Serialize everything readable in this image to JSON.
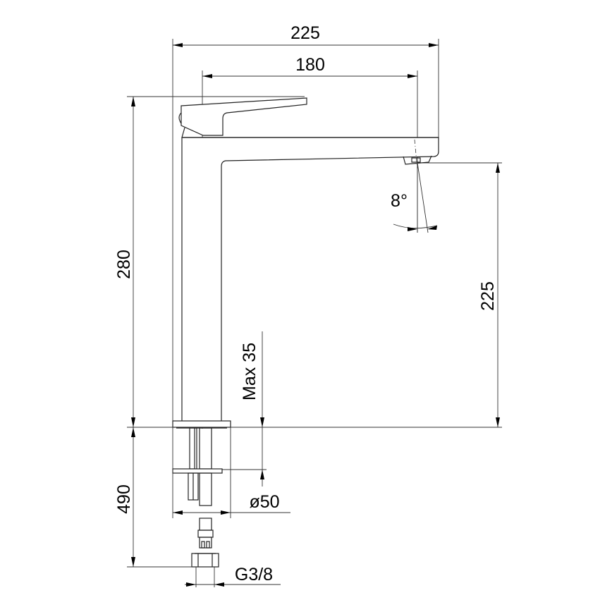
{
  "drawing": {
    "subject": "single-lever tall basin mixer tap technical drawing",
    "units": "mm",
    "line_color": "#222222",
    "background": "#ffffff"
  },
  "dimensions": {
    "overall_width": "225",
    "spout_reach": "180",
    "total_height": "280",
    "spout_height": "225",
    "spout_angle": "8°",
    "max_deck_thickness": "Max 35",
    "flexible_hose_length": "490",
    "base_diameter": "ø50",
    "connection_thread": "G3/8"
  }
}
